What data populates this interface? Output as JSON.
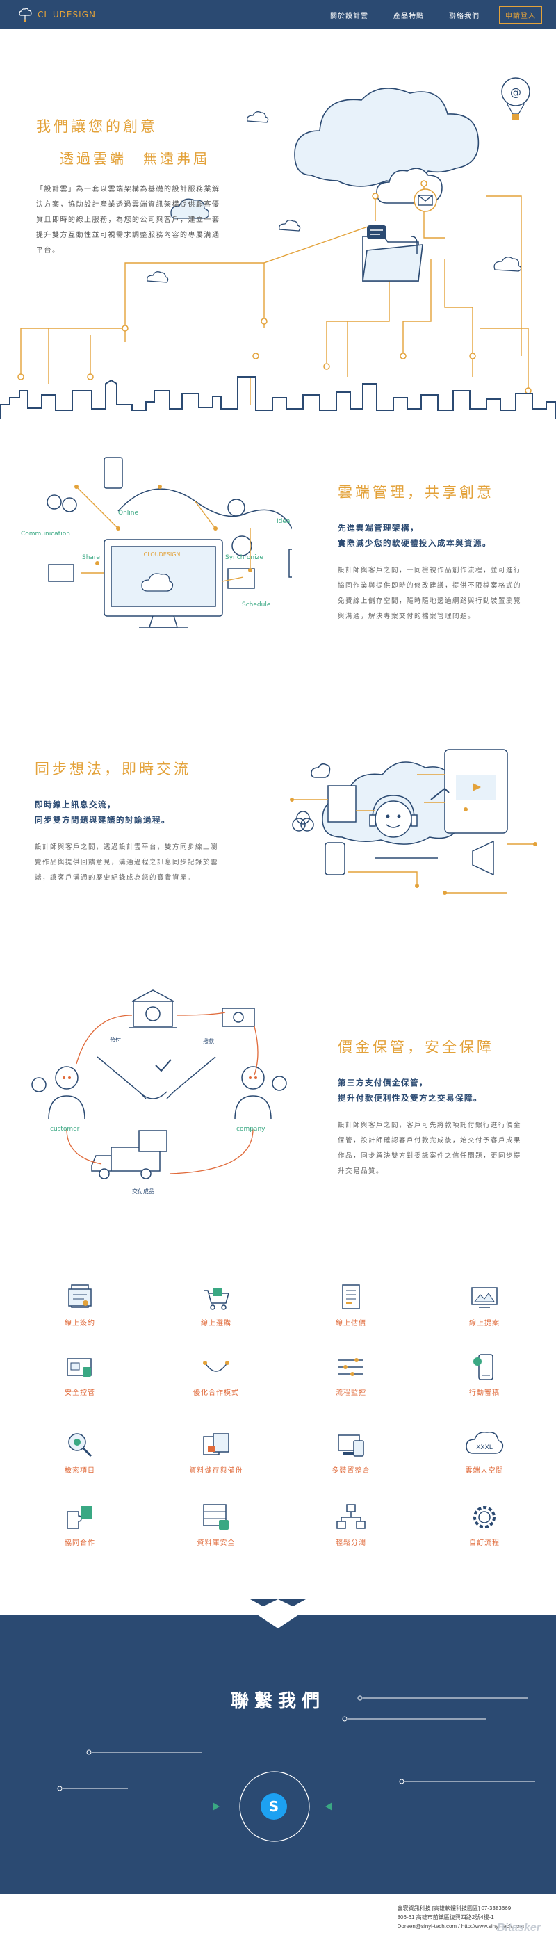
{
  "nav": {
    "logo_text": "CL  UDESIGN",
    "links": [
      "關於設計雲",
      "產品特點",
      "聯絡我們"
    ],
    "cta": "申請登入"
  },
  "hero": {
    "title_line1": "我們讓您的創意",
    "title_line2": "透過雲端　無遠弗屆",
    "body": "「設計雲」為一套以雲端架構為基礎的設計服務業解決方案，協助設計產業透過雲端資訊架構提供顧客優質且即時的線上服務，為您的公司與客戶，建立一套提升雙方互動性並可視需求調整服務內容的專屬溝通平台。"
  },
  "section1": {
    "title": "雲端管理，共享創意",
    "sub1": "先進雲端管理架構，",
    "sub2": "實際減少您的軟硬體投入成本與資源。",
    "body": "設計師與客戶之間，一同檢視作品創作流程，並可進行協同作業與提供即時的修改建議，提供不限檔案格式的免費線上儲存空間，隨時隨地透過網路與行動裝置瀏覽與溝通，解決專案交付的檔案管理問題。",
    "labels": [
      "Online",
      "Idea",
      "Communication",
      "Share",
      "Synchronize",
      "Schedule",
      "CLOUDESIGN"
    ]
  },
  "section2": {
    "title": "同步想法，即時交流",
    "sub1": "即時線上訊息交流，",
    "sub2": "同步雙方問題與建議的討論過程。",
    "body": "設計師與客戶之間，透過設計雲平台，雙方同步線上瀏覽作品與提供回饋意見，溝通過程之訊息同步記錄於雲端，讓客戶溝通的歷史紀錄成為您的寶貴資產。"
  },
  "section3": {
    "title": "價金保管，安全保障",
    "sub1": "第三方支付價金保管，",
    "sub2": "提升付款便利性及雙方之交易保障。",
    "body": "設計師與客戶之間，客戶可先將款項託付銀行進行價金保管，設計師確認客戶付款完成後，始交付予客戶成果作品，同步解決雙方對委託案件之信任問題，更同步提升交易品質。",
    "labels": [
      "預付",
      "撥款",
      "customer",
      "company",
      "交付成品"
    ]
  },
  "features": [
    {
      "label": "線上簽約",
      "icon": "contract-icon"
    },
    {
      "label": "線上選購",
      "icon": "cart-icon"
    },
    {
      "label": "線上估價",
      "icon": "quote-icon"
    },
    {
      "label": "線上提案",
      "icon": "proposal-icon"
    },
    {
      "label": "安全控管",
      "icon": "security-icon"
    },
    {
      "label": "優化合作模式",
      "icon": "cooperation-icon"
    },
    {
      "label": "流程監控",
      "icon": "monitor-icon"
    },
    {
      "label": "行動審稿",
      "icon": "mobile-review-icon"
    },
    {
      "label": "檢索項目",
      "icon": "search-icon"
    },
    {
      "label": "資料儲存與備份",
      "icon": "storage-icon"
    },
    {
      "label": "多裝置整合",
      "icon": "devices-icon"
    },
    {
      "label": "雲端大空間",
      "icon": "cloud-space-icon"
    },
    {
      "label": "協同合作",
      "icon": "collaboration-icon"
    },
    {
      "label": "資料庫安全",
      "icon": "database-security-icon"
    },
    {
      "label": "輕鬆分潤",
      "icon": "profit-share-icon"
    },
    {
      "label": "自訂流程",
      "icon": "custom-flow-icon"
    }
  ],
  "contact": {
    "title": "聯繫我們",
    "skype_letter": "S"
  },
  "footer": {
    "line1": "鑫寰資訊科技 [高雄軟體科技園區] 07-3383669",
    "line2": "806-61 高雄市前鎮區復興四路2號4樓-1",
    "line3": "Doreen@sinyi-tech.com / http://www.sinyi-tech.com",
    "watermark": "Bitasker"
  },
  "colors": {
    "navy": "#2b4a72",
    "orange": "#e3a23a",
    "coral": "#e06a3a",
    "green": "#3aa883",
    "skype": "#1da1f2"
  }
}
